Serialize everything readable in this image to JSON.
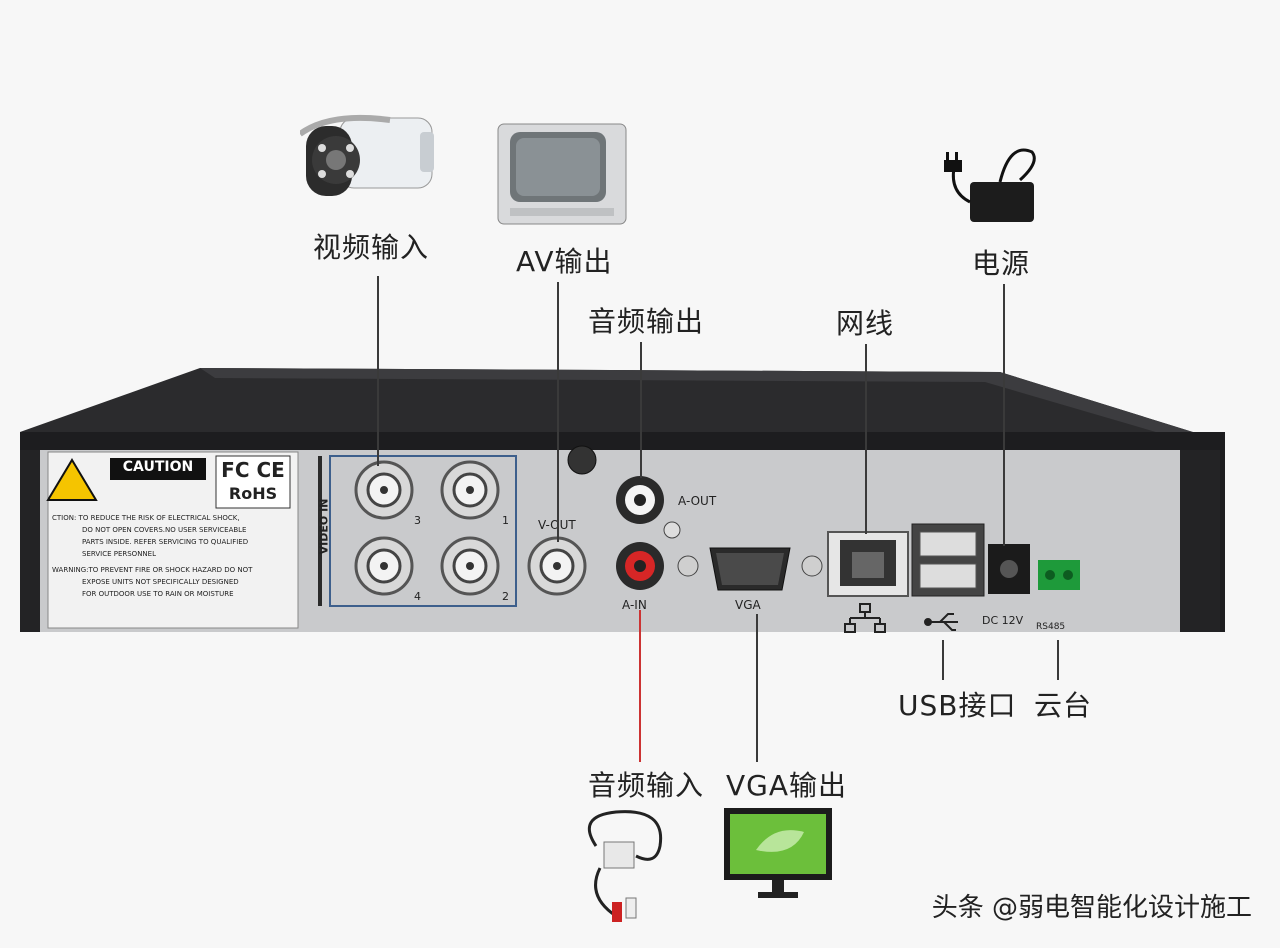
{
  "callouts": {
    "video_in": "视频输入",
    "av_out": "AV输出",
    "audio_out": "音频输出",
    "network": "网线",
    "power": "电源",
    "usb": "USB接口",
    "ptz": "云台",
    "audio_in": "音频输入",
    "vga_out": "VGA输出"
  },
  "panel": {
    "caution_title": "CAUTION",
    "fc_ce": "FC CE",
    "rohs": "RoHS",
    "warning_line_1": "CTION: TO REDUCE THE RISK OF ELECTRICAL SHOCK,",
    "warning_line_2": "DO NOT OPEN COVERS.NO USER SERVICEABLE",
    "warning_line_3": "PARTS INSIDE. REFER SERVICING TO QUALIFIED",
    "warning_line_4": "SERVICE PERSONNEL",
    "warning_line_5": "WARNING:TO PREVENT FIRE OR SHOCK HAZARD DO NOT",
    "warning_line_6": "EXPOSE UNITS NOT SPECIFICALLY DESIGNED",
    "warning_line_7": "FOR OUTDOOR USE TO RAIN OR MOISTURE",
    "video_in_label": "VIDEO IN",
    "bnc_3": "3",
    "bnc_1": "1",
    "bnc_4": "4",
    "bnc_2": "2",
    "v_out": "V-OUT",
    "a_out": "A-OUT",
    "a_in": "A-IN",
    "vga": "VGA",
    "dc_12v": "DC 12V",
    "rs485": "RS485"
  },
  "watermark": "头条 @弱电智能化设计施工"
}
